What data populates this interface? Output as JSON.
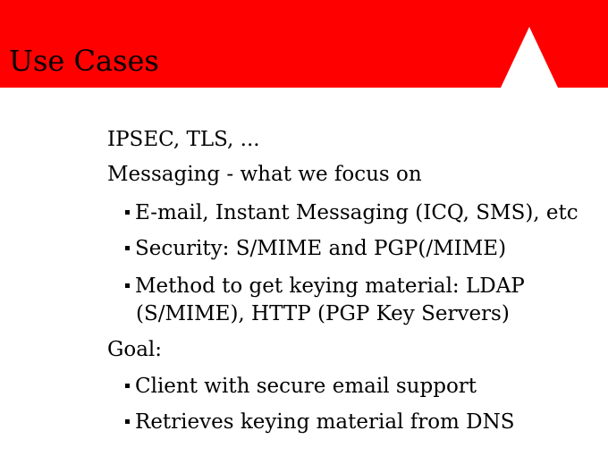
{
  "slide": {
    "title": "Use Cases",
    "items": [
      {
        "level": 1,
        "text": "IPSEC, TLS, ..."
      },
      {
        "level": 1,
        "text": "Messaging - what we focus on"
      },
      {
        "level": 2,
        "text": "E-mail, Instant Messaging (ICQ, SMS), etc"
      },
      {
        "level": 2,
        "text": "Security: S/MIME and PGP(/MIME)"
      },
      {
        "level": 2,
        "text": "Method to get keying material: LDAP",
        "continuation": "(S/MIME), HTTP (PGP Key Servers)"
      },
      {
        "level": 1,
        "text": "Goal:"
      },
      {
        "level": 2,
        "text": "Client with secure email support"
      },
      {
        "level": 2,
        "text": "Retrieves keying material from DNS"
      }
    ]
  },
  "colors": {
    "header_band": "#ff0000",
    "logo": "#ffffff",
    "text": "#000000",
    "background": "#ffffff"
  },
  "icons": {
    "logo": "white-triangle-logo",
    "bullet": "square-bullet"
  }
}
